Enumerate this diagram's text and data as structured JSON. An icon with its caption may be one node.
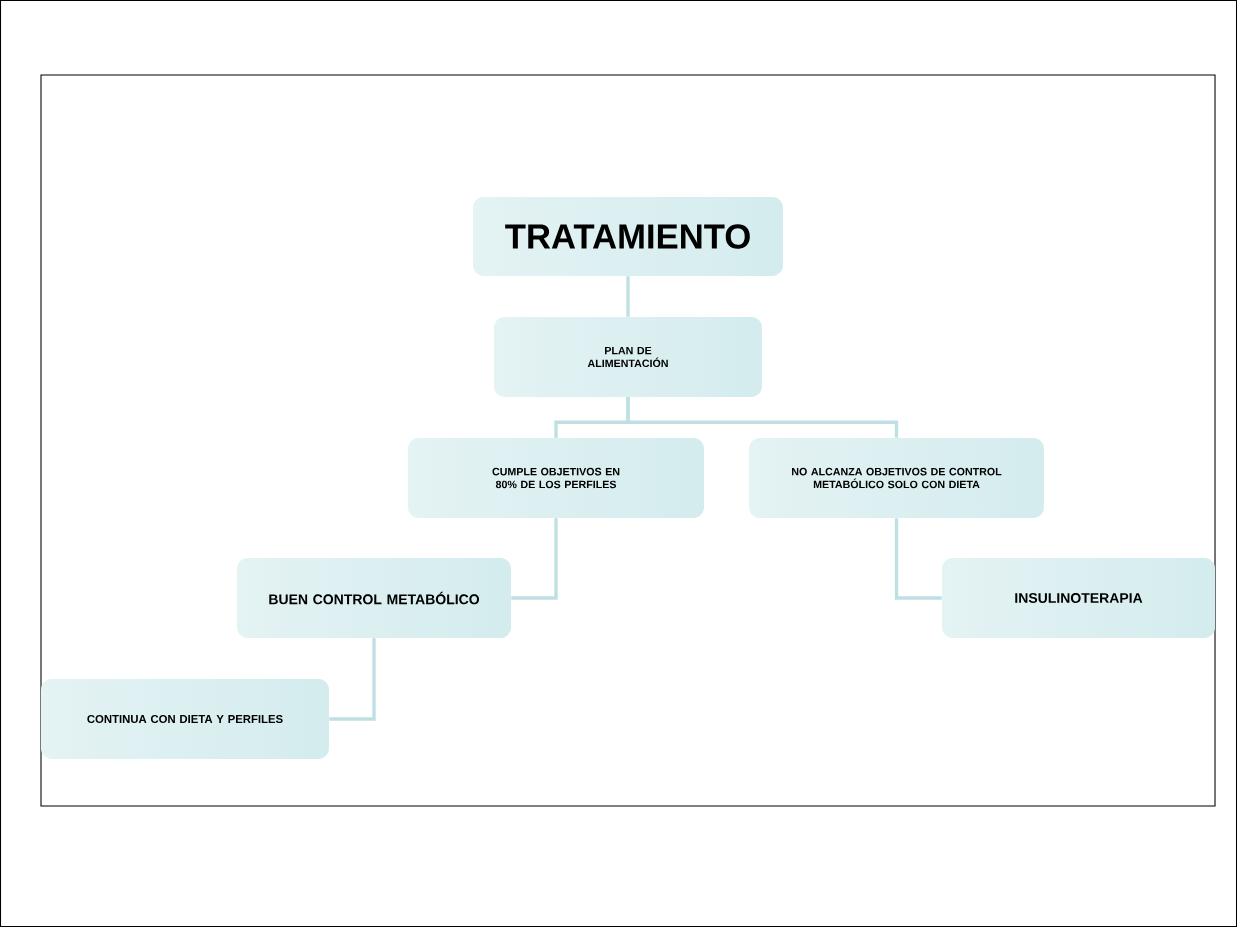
{
  "diagram": {
    "nodes": [
      {
        "text": [
          "TRATAMIENTO"
        ]
      },
      {
        "text": [
          "PLAN DE ALIMENTACIÓN"
        ]
      },
      {
        "text": [
          "CUMPLE OBJETIVOS EN 80% DE LOS PERFILES"
        ]
      },
      {
        "text": [
          "NO ALCANZA OBJETIVOS DE CONTROL METABÓLICO SOLO CON DIETA"
        ]
      },
      {
        "text": [
          "BUEN CONTROL METABÓLICO"
        ]
      },
      {
        "text": [
          "INSULINOTERAPIA"
        ]
      },
      {
        "text": [
          "CONTINUA CON DIETA Y PERFILES"
        ]
      }
    ],
    "edges": [
      {
        "from": 0,
        "to": 1,
        "arrow": "none"
      },
      {
        "from": 1,
        "to": 2,
        "arrow": "none"
      },
      {
        "from": 1,
        "to": 3,
        "arrow": "none"
      },
      {
        "from": 2,
        "to": 4,
        "arrow": "none"
      },
      {
        "from": 3,
        "to": 5,
        "arrow": "none"
      },
      {
        "from": 4,
        "to": 6,
        "arrow": "none"
      }
    ]
  }
}
